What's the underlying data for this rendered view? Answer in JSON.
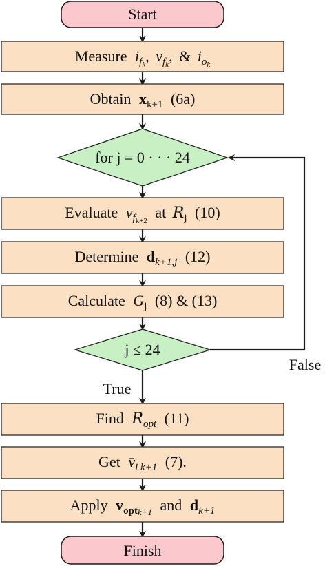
{
  "colors": {
    "terminal_fill": "#fbc9cd",
    "process_fill": "#fbe0c4",
    "decision_fill": "#c8f0c4",
    "stroke": "#1a1a1a"
  },
  "nodes": {
    "start": {
      "label": "Start"
    },
    "measure": {
      "label": "Measure",
      "vars": [
        "i",
        "f",
        "k",
        "v",
        "f",
        "k",
        "&",
        "i",
        "o",
        "k"
      ]
    },
    "obtain": {
      "label": "Obtain",
      "var": "x",
      "sub": "k+1",
      "ref": "(6a)"
    },
    "loop": {
      "label": "for j = 0 · · · 24"
    },
    "evaluate": {
      "label": "Evaluate",
      "var": "v",
      "sub": "f",
      "subsub": "k+2",
      "at": "at",
      "set": "R",
      "setsub": "j",
      "ref": "(10)"
    },
    "determine": {
      "label": "Determine",
      "var": "d",
      "sub": "k+1,j",
      "ref": "(12)"
    },
    "calculate": {
      "label": "Calculate",
      "var": "G",
      "sub": "j",
      "ref": "(8) & (13)"
    },
    "check": {
      "label": "j ≤ 24"
    },
    "find": {
      "label": "Find",
      "set": "R",
      "sub": "opt",
      "ref": "(11)"
    },
    "get": {
      "label": "Get",
      "var": "v̄",
      "sub": "i k+1",
      "ref": "(7)."
    },
    "apply": {
      "label": "Apply",
      "var": "v",
      "varsub": "opt",
      "sub": "k+1",
      "and": "and",
      "var2": "d",
      "sub2": "k+1"
    },
    "finish": {
      "label": "Finish"
    }
  },
  "edges": {
    "true_label": "True",
    "false_label": "False"
  }
}
